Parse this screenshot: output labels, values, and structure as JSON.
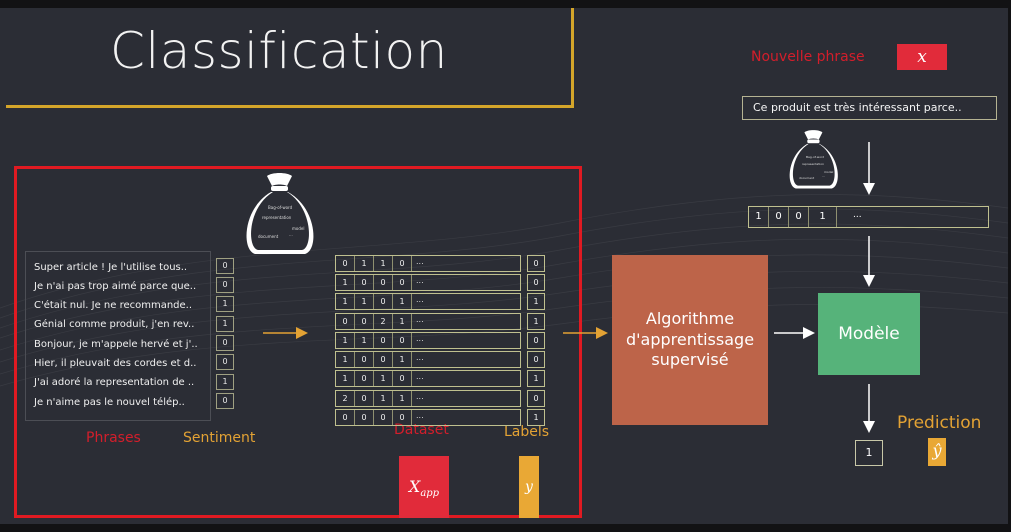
{
  "title": "Classification",
  "new_phrase": {
    "label": "Nouvelle phrase",
    "symbol": "x",
    "text": "Ce produit est très intéressant parce.."
  },
  "bag_icon_text": {
    "line1": "Bag-of-word",
    "line2": "representation",
    "line3": "model",
    "line4": "document",
    "line5": "..."
  },
  "sentences": [
    {
      "text": "Super article ! Je l'utilise tous..",
      "sentiment": "0"
    },
    {
      "text": "Je n'ai pas trop aimé parce que..",
      "sentiment": "0"
    },
    {
      "text": "C'était nul. Je ne recommande..",
      "sentiment": "1"
    },
    {
      "text": "Génial comme produit, j'en rev..",
      "sentiment": "1"
    },
    {
      "text": "Bonjour, je m'appele hervé et j'..",
      "sentiment": "0"
    },
    {
      "text": "Hier, il pleuvait des cordes et d..",
      "sentiment": "0"
    },
    {
      "text": "J'ai adoré la representation de ..",
      "sentiment": "1"
    },
    {
      "text": "Je n'aime pas le nouvel télép..",
      "sentiment": "0"
    }
  ],
  "matrix": [
    {
      "cells": [
        "0",
        "1",
        "1",
        "0"
      ],
      "ellipsis": "...",
      "label": "0"
    },
    {
      "cells": [
        "1",
        "0",
        "0",
        "0"
      ],
      "ellipsis": "...",
      "label": "0"
    },
    {
      "cells": [
        "1",
        "1",
        "0",
        "1"
      ],
      "ellipsis": "...",
      "label": "1"
    },
    {
      "cells": [
        "0",
        "0",
        "2",
        "1"
      ],
      "ellipsis": "...",
      "label": "1"
    },
    {
      "cells": [
        "1",
        "1",
        "0",
        "0"
      ],
      "ellipsis": "...",
      "label": "0"
    },
    {
      "cells": [
        "1",
        "0",
        "0",
        "1"
      ],
      "ellipsis": "...",
      "label": "0"
    },
    {
      "cells": [
        "1",
        "0",
        "1",
        "0"
      ],
      "ellipsis": "...",
      "label": "1"
    },
    {
      "cells": [
        "2",
        "0",
        "1",
        "1"
      ],
      "ellipsis": "...",
      "label": "0"
    },
    {
      "cells": [
        "0",
        "0",
        "0",
        "0"
      ],
      "ellipsis": "...",
      "label": "1"
    }
  ],
  "captions": {
    "phrases": "Phrases",
    "sentiment": "Sentiment",
    "dataset": "Dataset",
    "labels": "Labels",
    "xapp_base": "X",
    "xapp_sub": "app",
    "y": "y"
  },
  "algorithm": {
    "line1": "Algorithme",
    "line2": "d'apprentissage",
    "line3": "supervisé"
  },
  "model_label": "Modèle",
  "vector": {
    "cells": [
      "1",
      "0",
      "0",
      "1"
    ],
    "ellipsis": "..."
  },
  "prediction": {
    "label": "Prediction",
    "value": "1",
    "symbol": "ŷ"
  },
  "colors": {
    "background": "#2b2d35",
    "gold": "#d4a52a",
    "red": "#e01a22",
    "algorithm": "#bd6449",
    "model": "#56b37a",
    "orange": "#e9a835"
  }
}
